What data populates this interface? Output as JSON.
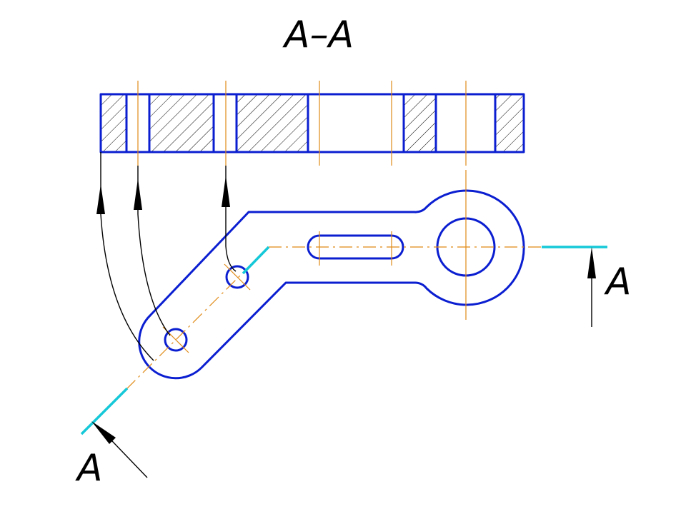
{
  "drawing": {
    "section_title": "A–A",
    "cut_label_top_right": "A",
    "cut_label_bottom_left": "A"
  },
  "colors": {
    "contour": "#0b1fd1",
    "centerline": "#e08a16",
    "cutting_plane": "#15c8d8",
    "leader": "#000000",
    "hatch": "#000000"
  }
}
